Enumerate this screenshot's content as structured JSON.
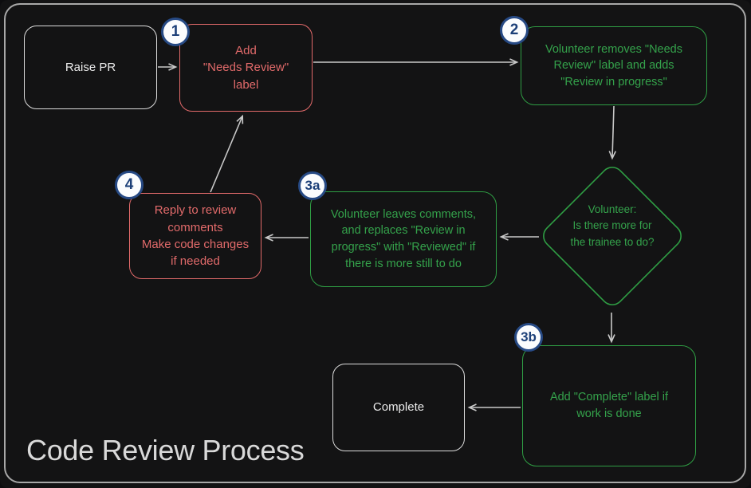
{
  "title": "Code Review Process",
  "colors": {
    "background": "#131314",
    "red_accent": "#e16a6a",
    "green_accent": "#2f9e44",
    "badge_border_blue": "#274a85",
    "badge_text_blue": "#1d4079",
    "arrow_gray": "#c9c9c9",
    "frame_gray": "#a8a8a8"
  },
  "nodes": {
    "raise_pr": {
      "label": "Raise PR"
    },
    "add_needs_review": {
      "badge": "1",
      "label": "Add\n\"Needs Review\"\nlabel"
    },
    "volunteer_removes": {
      "badge": "2",
      "label": "Volunteer removes \"Needs\nReview\" label and adds\n\"Review in progress\""
    },
    "decision": {
      "label": "Volunteer:\nIs there more for\nthe trainee to do?"
    },
    "volunteer_leaves_comments": {
      "badge": "3a",
      "label": "Volunteer leaves comments,\nand replaces \"Review in\nprogress\" with \"Reviewed\" if\nthere is more still to do"
    },
    "reply_to_review": {
      "badge": "4",
      "label": "Reply to review\ncomments\nMake code changes\nif needed"
    },
    "add_complete": {
      "badge": "3b",
      "label": "Add \"Complete\" label if\nwork is done"
    },
    "complete": {
      "label": "Complete"
    }
  }
}
